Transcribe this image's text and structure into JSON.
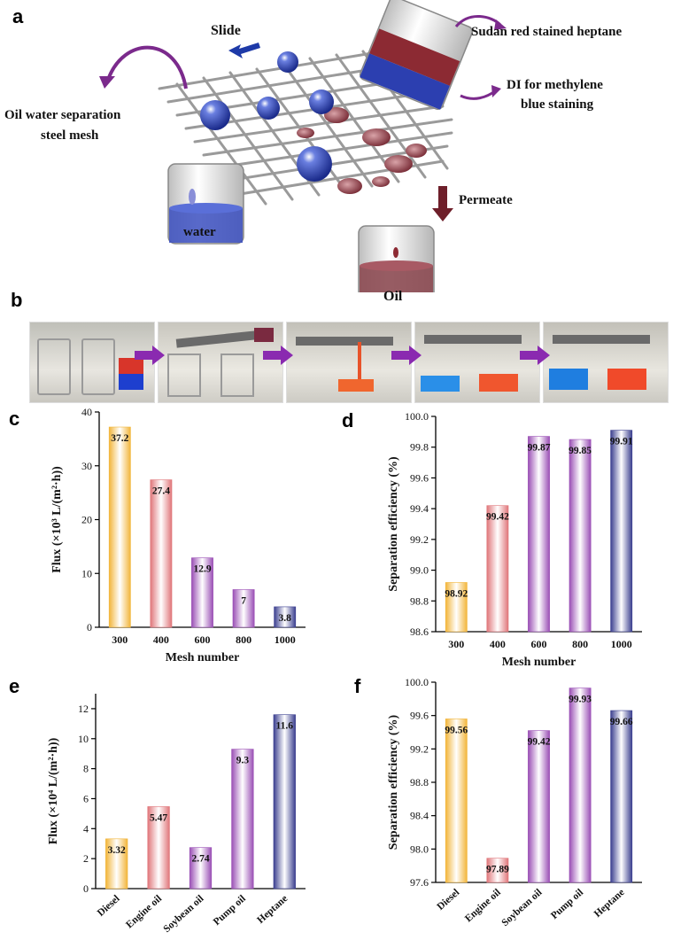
{
  "panels": {
    "a": "a",
    "b": "b",
    "c": "c",
    "d": "d",
    "e": "e",
    "f": "f"
  },
  "schematic": {
    "slide": "Slide",
    "sudan": "Sudan red stained heptane",
    "di_line1": "DI for methylene",
    "di_line2": "blue staining",
    "mesh_line1": "Oil water separation",
    "mesh_line2": "steel mesh",
    "permeate": "Permeate",
    "water": "water",
    "oil": "Oil"
  },
  "colors": {
    "water_blue": "#2c3fb0",
    "oil_red": "#8c2a33",
    "arrow_purple": "#7b2a8c",
    "bar_gold": "#f2b53a",
    "bar_salmon": "#e0767a",
    "bar_violet": "#9a4fb5",
    "bar_indigo": "#3b3f8f"
  },
  "chart_data": [
    {
      "id": "c",
      "type": "bar",
      "categories": [
        "300",
        "400",
        "600",
        "800",
        "1000"
      ],
      "values": [
        37.2,
        27.4,
        12.9,
        7,
        3.8
      ],
      "data_labels": [
        "37.2",
        "27.4",
        "12.9",
        "7",
        "3.8"
      ],
      "ylabel": "Flux (×10³ L/(m²·h))",
      "xlabel": "Mesh number",
      "ylim": [
        0,
        40
      ],
      "yticks": [
        0,
        10,
        20,
        30,
        40
      ],
      "ytick_labels": [
        "0",
        "10",
        "20",
        "30",
        "40"
      ]
    },
    {
      "id": "d",
      "type": "bar",
      "categories": [
        "300",
        "400",
        "600",
        "800",
        "1000"
      ],
      "values": [
        98.92,
        99.42,
        99.87,
        99.85,
        99.91
      ],
      "data_labels": [
        "98.92",
        "99.42",
        "99.87",
        "99.85",
        "99.91"
      ],
      "ylabel": "Separation efficiency (%)",
      "xlabel": "Mesh number",
      "ylim": [
        98.6,
        100.0
      ],
      "yticks": [
        98.6,
        98.8,
        99.0,
        99.2,
        99.4,
        99.6,
        99.8,
        100.0
      ],
      "ytick_labels": [
        "98.6",
        "98.8",
        "99.0",
        "99.2",
        "99.4",
        "99.6",
        "99.8",
        "100.0"
      ]
    },
    {
      "id": "e",
      "type": "bar",
      "categories": [
        "Diesel",
        "Engine oil",
        "Soybean oil",
        "Pump oil",
        "Heptane"
      ],
      "values": [
        3.32,
        5.47,
        2.74,
        9.3,
        11.6
      ],
      "data_labels": [
        "3.32",
        "5.47",
        "2.74",
        "9.3",
        "11.6"
      ],
      "ylabel": "Flux (×10⁴ L/(m²·h))",
      "xlabel": "",
      "ylim": [
        0,
        13
      ],
      "yticks": [
        0,
        2,
        4,
        6,
        8,
        10,
        12
      ],
      "ytick_labels": [
        "0",
        "2",
        "4",
        "6",
        "8",
        "10",
        "12"
      ]
    },
    {
      "id": "f",
      "type": "bar",
      "categories": [
        "Diesel",
        "Engine oil",
        "Soybean oil",
        "Pump oil",
        "Heptane"
      ],
      "values": [
        99.56,
        97.89,
        99.42,
        99.93,
        99.66
      ],
      "data_labels": [
        "99.56",
        "97.89",
        "99.42",
        "99.93",
        "99.66"
      ],
      "ylabel": "Separation efficiency (%)",
      "xlabel": "",
      "ylim": [
        97.6,
        100.0
      ],
      "yticks": [
        97.6,
        98.0,
        98.4,
        98.8,
        99.2,
        99.6,
        100.0
      ],
      "ytick_labels": [
        "97.6",
        "98.0",
        "98.4",
        "98.8",
        "99.2",
        "99.6",
        "100.0"
      ]
    }
  ]
}
